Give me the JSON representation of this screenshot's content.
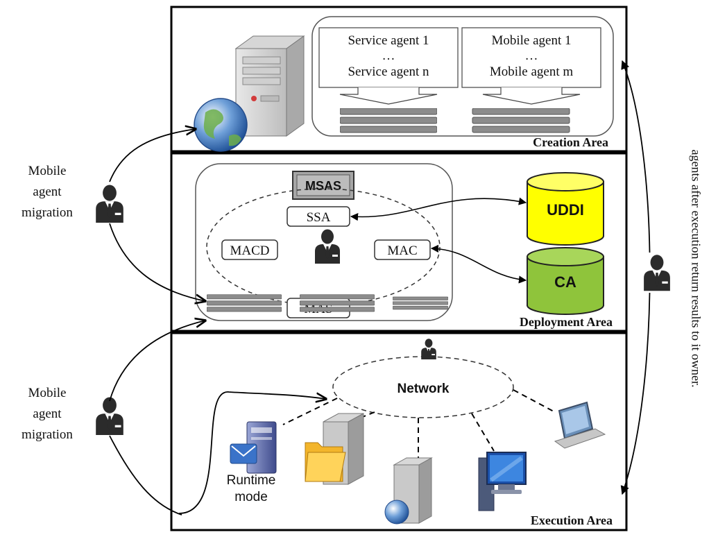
{
  "creation_area": {
    "label": "Creation Area",
    "service_box": {
      "line1": "Service agent 1",
      "line2": "…",
      "line3": "Service agent n"
    },
    "mobile_box": {
      "line1": "Mobile agent 1",
      "line2": "…",
      "line3": "Mobile agent m"
    }
  },
  "deployment_area": {
    "label": "Deployment Area",
    "msas": "MSAS",
    "nodes": {
      "ssa": "SSA",
      "macd": "MACD",
      "mac": "MAC",
      "mas": "MAS"
    },
    "databases": {
      "uddi": "UDDI",
      "ca": "CA"
    }
  },
  "execution_area": {
    "label": "Execution Area",
    "network": "Network",
    "runtime_line1": "Runtime",
    "runtime_line2": "mode"
  },
  "left_labels": {
    "top": {
      "line1": "Mobile",
      "line2": "agent",
      "line3": "migration"
    },
    "bottom": {
      "line1": "Mobile",
      "line2": "agent",
      "line3": "migration"
    }
  },
  "right_label": "agents after  execution return results to it owner.",
  "colors": {
    "uddi": "#ffff00",
    "ca": "#8fc43b",
    "msas": "#a6a6a6",
    "stroke": "#000000"
  }
}
